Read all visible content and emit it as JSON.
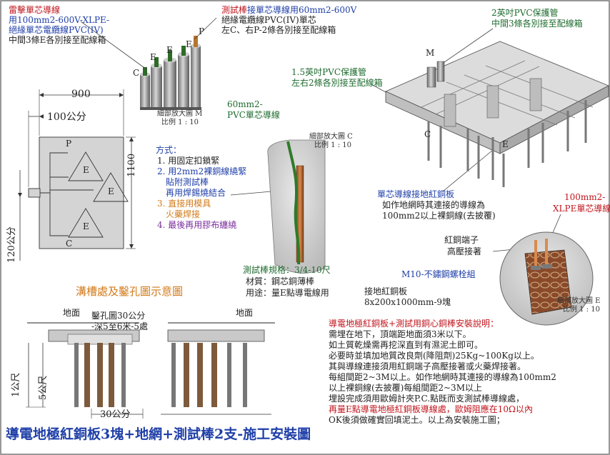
{
  "title": "導電地極紅銅板3塊+地網+測試棒2支-施工安裝圖",
  "lightning_conductor": {
    "title": "雷擊單芯導線",
    "line1": "用100mm2-600V-XLPE-",
    "line2": "絕緣單芯電纜線PVC(IV)",
    "line3": "中間3條E各別接至配線箱"
  },
  "test_rod_conductor": {
    "line1_a": "測試棒",
    "line1_b": "接單芯導線用60mm2-600V",
    "line2": "絕緣電纜線PVC(IV)單芯",
    "line3": "左C、右P-2條各別接至配線箱"
  },
  "pipe_2in": {
    "line1": "2英吋PVC保護管",
    "line2": "中間3條各別接至配線箱"
  },
  "pipe_15in": {
    "line1": "1.5英吋PVC保護管",
    "line2": "左右2條各別接至配線箱"
  },
  "detail_m": {
    "line1": "細部放大圖 M",
    "line2": "比例 1 : 10"
  },
  "detail_c": {
    "line1": "細部放大圖 C",
    "line2": "比例 1 : 10"
  },
  "detail_e": {
    "line1": "細部放大圖 E",
    "line2": "比例 1 : 10"
  },
  "cable_letters": {
    "c": "C",
    "e1": "E",
    "e2": "E",
    "e3": "E",
    "p": "P"
  },
  "iso_letters": {
    "m": "M",
    "c": "C",
    "e": "E"
  },
  "plate": {
    "width": "900",
    "offset": "100公分",
    "height": "1100",
    "side": "120公分",
    "p": "P",
    "e1": "E",
    "e2": "E",
    "e3": "E",
    "c": "C"
  },
  "pvc_60": {
    "line1": "60mm2-",
    "line2": "PVC單芯導線"
  },
  "method": {
    "title": "方式：",
    "s1": "1. 用固定扣鎖緊",
    "s2a": "2. 用2mm2裸銅線繞緊",
    "s2b": "貼附測試棒",
    "s2c": "再用焊錫燒結合",
    "s3a": "3. 直接用模具",
    "s3b": "火藥焊接",
    "s4": "4. 最後再用膠布纏繞"
  },
  "rod_spec": {
    "line1": "測試棒規格：3/4-10尺",
    "line2": "材質：鋼芯銅薄棒",
    "line3": "用途：量E點導電線用"
  },
  "plate_conductor": {
    "line1": "單芯導線接地紅銅板",
    "line2": "如作地網時其連接的導線為",
    "line3": "100mm2以上裸銅線(去披覆)"
  },
  "xlpe": {
    "line1": "100mm2-",
    "line2": "XLPE單芯導線"
  },
  "terminal": {
    "line1": "紅銅端子",
    "line2": "高壓接著"
  },
  "bolt": "M10-不鏽鋼螺栓組",
  "ground_plate": {
    "line1": "接地紅銅板",
    "line2": "8x200x1000mm-9塊"
  },
  "trench": {
    "title": "溝槽處及鑿孔圖示意圖",
    "ground_left": "地面",
    "ground_right": "地面",
    "hole_line1": "鑿孔圖30公分",
    "hole_line2": "-深5至6米-5處",
    "dim_1m": "1公尺",
    "dim_5m": "5公尺",
    "dim_30": "30公分"
  },
  "notes": {
    "title": "導電地極紅銅板+測試用銅心銅棒安裝說明：",
    "lines": [
      "需埋在地下，頂端距地面須3米以下。",
      "如土質乾燥需再挖深直到有濕泥土即可。",
      "必要時並填加地質改良劑(降阻劑)25Kg~100Kg以上。",
      "其與導線連接須用紅銅端子高壓接著或火藥焊接著。",
      "每組間距2~3M以上。如作地網時其連接的導線為100mm2",
      "以上裸銅線(去披覆)每組間距2~3M以上",
      "埋設完成須用歐姆計夾P.C.點既而支測試棒導線處，",
      "再量E點導電地極紅銅板導線處，歐姆阻應在10Ω以內",
      "OK後須做確實回填泥土。以上為安裝施工圖；"
    ]
  },
  "colors": {
    "red": "#c0141c",
    "blue": "#1f3fa8",
    "green": "#1e6b2e",
    "orange": "#d27a1a",
    "purple": "#7a2e9c"
  }
}
